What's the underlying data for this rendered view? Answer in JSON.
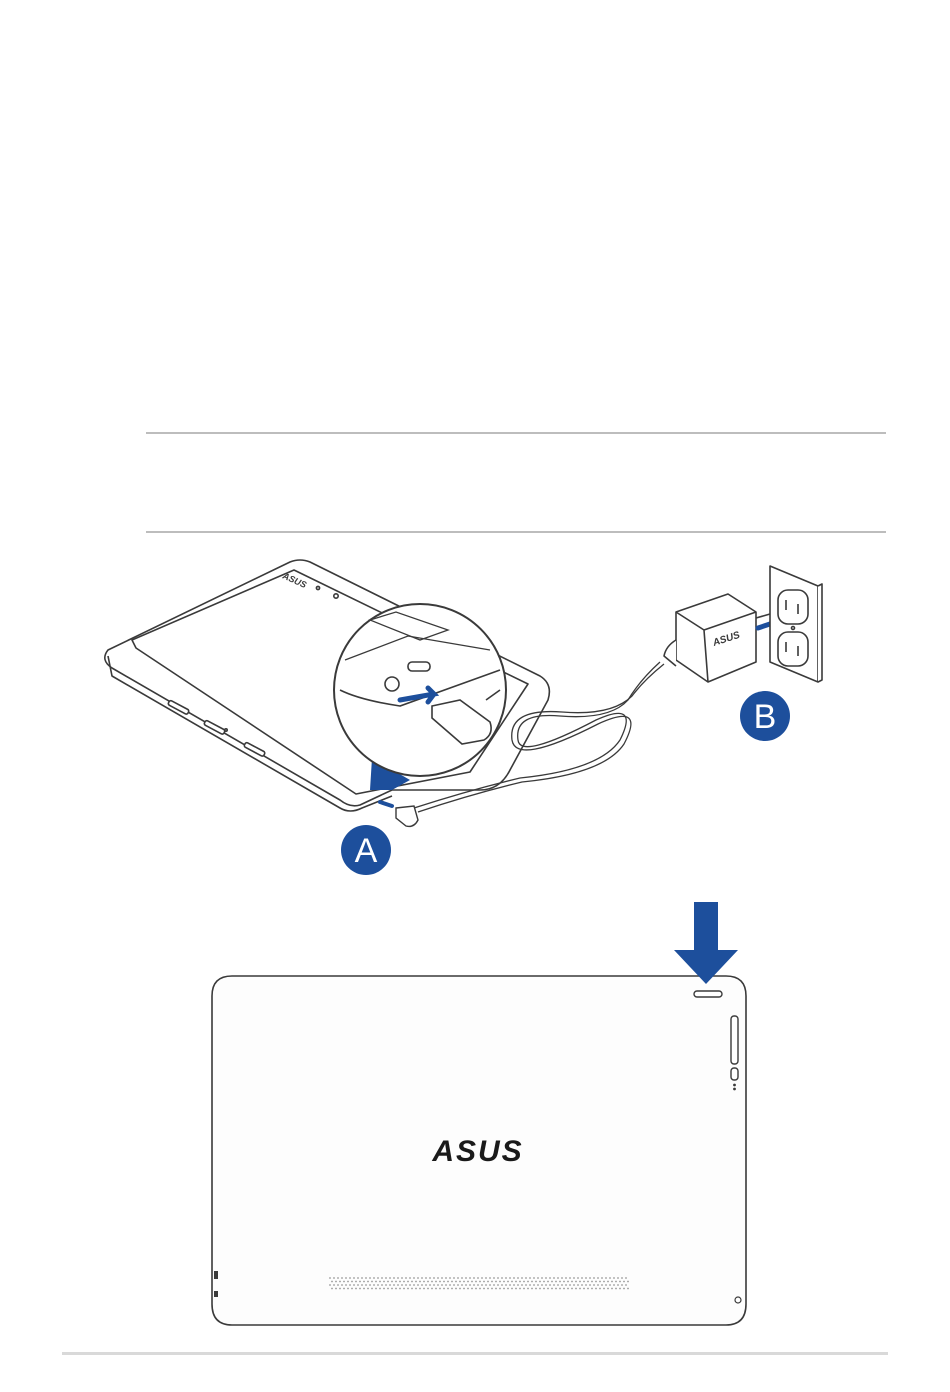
{
  "callouts": {
    "a": "A",
    "b": "B"
  },
  "branding": {
    "logo_back": "ASUS",
    "logo_adapter": "ASUS",
    "logo_tablet_front": "ASUS"
  },
  "colors": {
    "accent_blue": "#1d4f9c",
    "line": "#3a3a3a",
    "rule": "#bdbdbd"
  },
  "icons": [
    "arrow-icon",
    "power-outlet-icon",
    "power-adapter-icon",
    "tablet-icon",
    "down-arrow-icon"
  ]
}
